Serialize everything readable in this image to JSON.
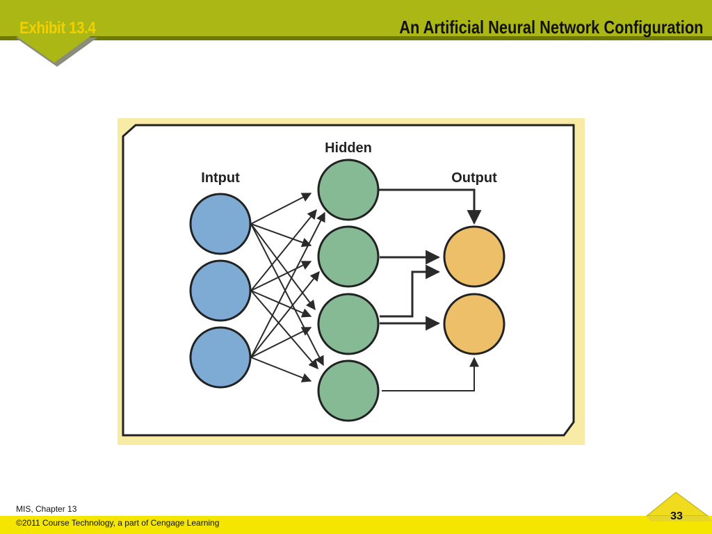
{
  "header": {
    "exhibit_label": "Exhibit 13.4",
    "title": "An Artificial Neural Network Configuration"
  },
  "diagram": {
    "layers": [
      {
        "label": "Intput",
        "nodes": 3,
        "color": "#7eabd3"
      },
      {
        "label": "Hidden",
        "nodes": 4,
        "color": "#86ba94"
      },
      {
        "label": "Output",
        "nodes": 2,
        "color": "#eebf69"
      }
    ]
  },
  "footer": {
    "chapter": "MIS, Chapter 13",
    "copyright": "©2011 Course Technology, a part of Cengage Learning",
    "page_number": "33"
  },
  "colors": {
    "olive_band": "#abb714",
    "yellow_band": "#f4e600",
    "diagram_frame_fill": "#f7eba5",
    "exhibit_text": "#f2d000"
  }
}
